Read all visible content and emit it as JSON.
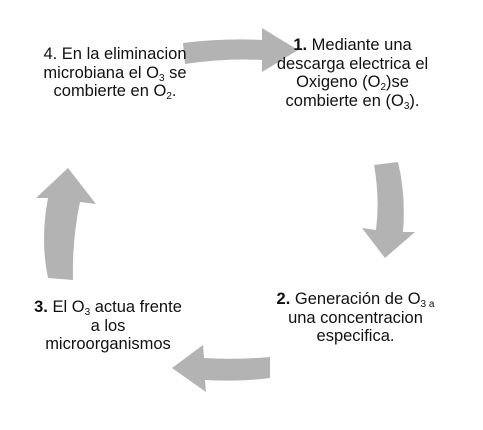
{
  "diagram": {
    "arrow_color": "#b3b3b3",
    "steps": [
      {
        "number": "1.",
        "parts": [
          " Mediante una descarga electrica el Oxigeno (O",
          "2",
          ")se combierte en (O",
          "3",
          ")."
        ]
      },
      {
        "number": "2.",
        "parts": [
          " Generación de O",
          "3 a",
          " una concentracion especifica."
        ]
      },
      {
        "number": "3.",
        "parts": [
          " El O",
          "3",
          " actua frente a los microorganismos"
        ]
      },
      {
        "number": "4.",
        "parts": [
          " En la eliminacion microbiana el O",
          "3",
          " se combierte en O",
          "2",
          "."
        ]
      }
    ]
  }
}
